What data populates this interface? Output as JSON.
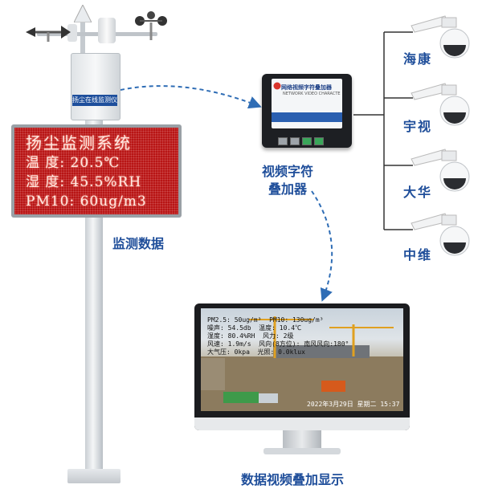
{
  "station": {
    "box_label": "扬尘在线监测仪",
    "led_lines": [
      "扬尘监测系统",
      "温 度:  20.5℃",
      "湿 度:  45.5%RH",
      "PM10:  60ug/m3"
    ],
    "caption": "监测数据"
  },
  "overlay_device": {
    "title": "网络视频字符叠加器",
    "model": "NETWORK VIDEO CHARACTER ADDER",
    "caption_line1": "视频字符",
    "caption_line2": "叠加器"
  },
  "cameras": [
    {
      "label": "海康"
    },
    {
      "label": "宇视"
    },
    {
      "label": "大华"
    },
    {
      "label": "中维"
    }
  ],
  "monitor": {
    "overlay_rows": [
      {
        "left": "PM2.5: 50ug/m³",
        "right": "PM10: 130ug/m³"
      },
      {
        "left": "噪声: 54.5db",
        "right": "温度: 10.4℃"
      },
      {
        "left": "湿度: 80.4%RH",
        "right": "风力: 2级"
      },
      {
        "left": "风速: 1.9m/s",
        "right": "风向(8方位): 南风风向:180°"
      },
      {
        "left": "大气压: 0kpa",
        "right": "光照: 0.0klux"
      }
    ],
    "datetime": "2022年3月29日 星期二 15:37",
    "caption": "数据视频叠加显示"
  },
  "colors": {
    "caption_blue": "#1f4e9a",
    "led_red": "#b81515",
    "arrow_blue": "#2f6db5"
  }
}
